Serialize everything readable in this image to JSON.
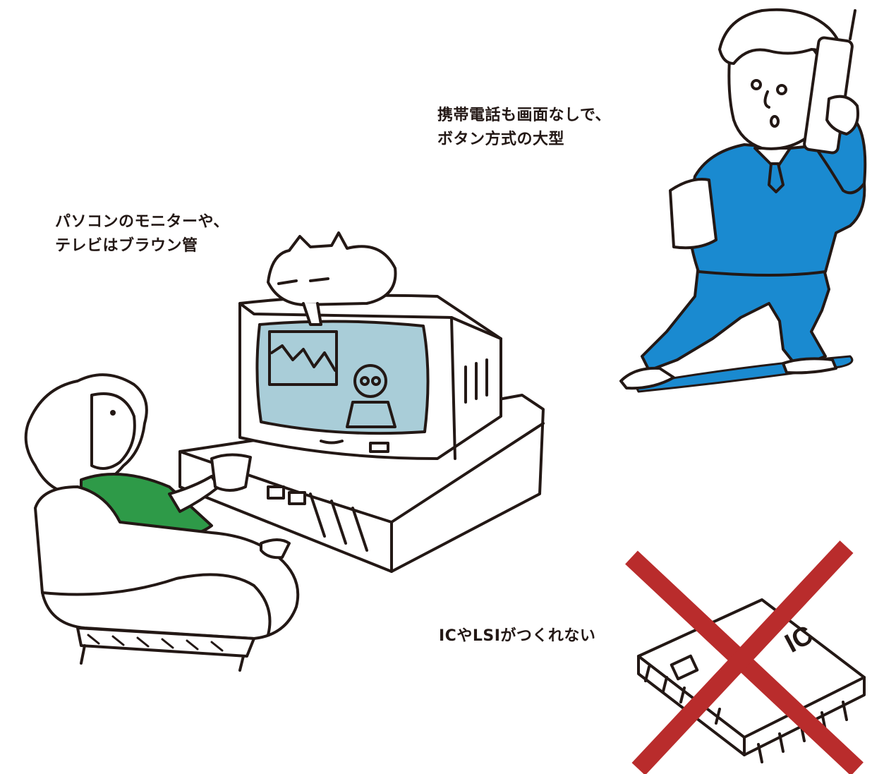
{
  "captions": {
    "phone": {
      "line1": "携帯電話も画面なしで、",
      "line2": "ボタン方式の大型"
    },
    "monitor": {
      "line1": "パソコンのモニターや、",
      "line2": "テレビはブラウン管"
    },
    "ic": {
      "line1": "ICやLSIがつくれない"
    }
  },
  "chip": {
    "label": "IC"
  },
  "colors": {
    "ink": "#231815",
    "suit_blue": "#1a8ad0",
    "shirt_green": "#2e9a48",
    "screen_blue": "#a9cdd8",
    "cross_red": "#b92c2c"
  }
}
